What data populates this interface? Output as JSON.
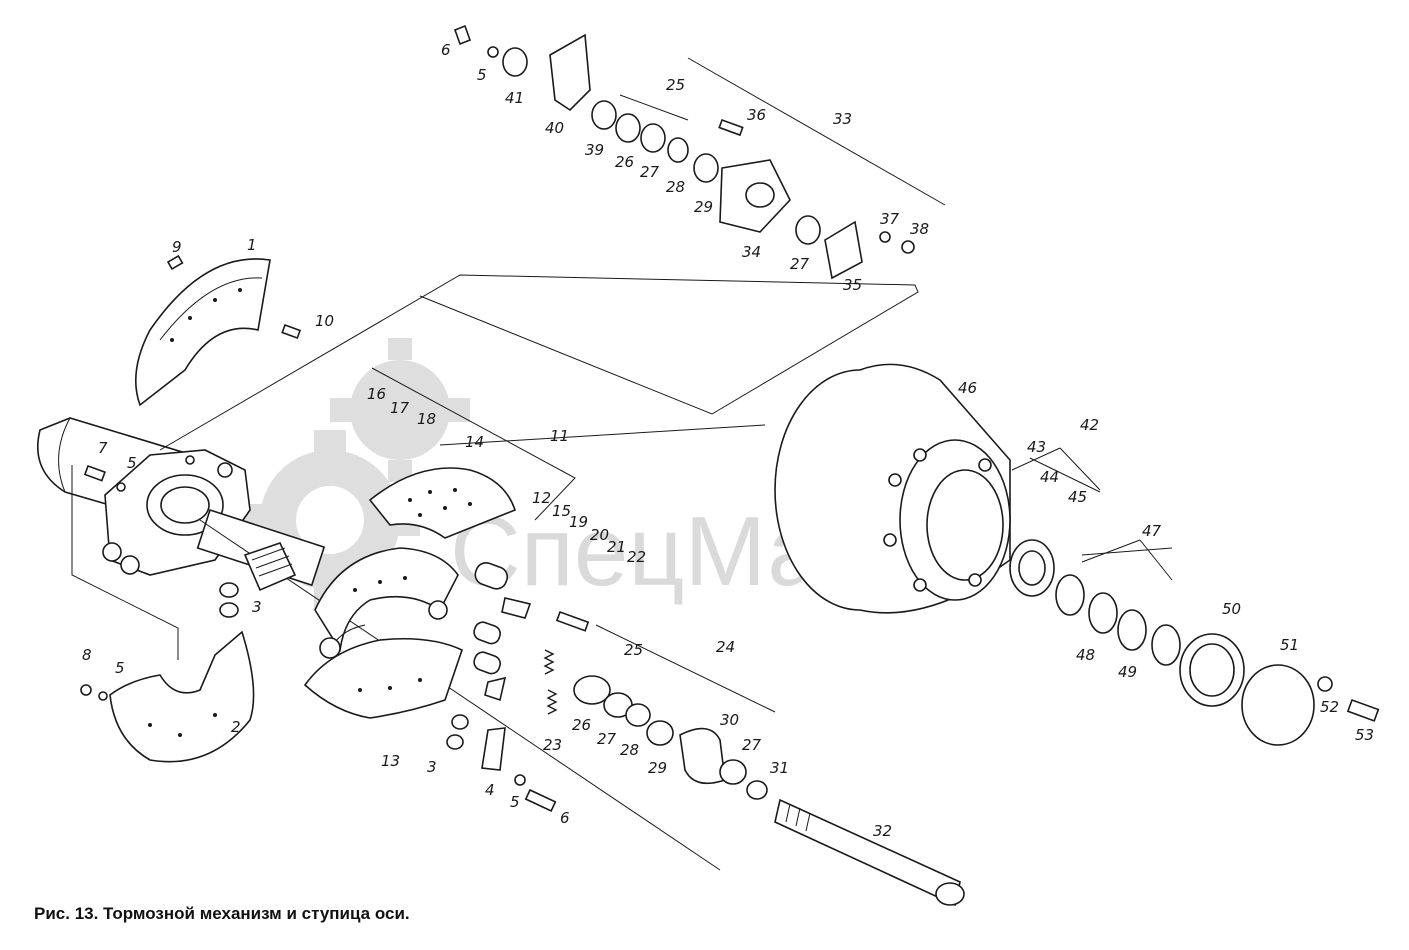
{
  "caption": "Рис. 13. Тормозной механизм и ступица оси.",
  "watermark": {
    "text": "СпецМаш",
    "color": "#bdbdbd"
  },
  "part_labels": {
    "l1": "1",
    "l2": "2",
    "l3a": "3",
    "l3b": "3",
    "l4": "4",
    "l5a": "5",
    "l5b": "5",
    "l5c": "5",
    "l5d": "5",
    "l6a": "6",
    "l6b": "6",
    "l7": "7",
    "l8": "8",
    "l9": "9",
    "l10": "10",
    "l11": "11",
    "l12": "12",
    "l13": "13",
    "l14": "14",
    "l15": "15",
    "l16": "16",
    "l17": "17",
    "l18": "18",
    "l19": "19",
    "l20": "20",
    "l21": "21",
    "l22": "22",
    "l23": "23",
    "l24": "24",
    "l25a": "25",
    "l25b": "25",
    "l26a": "26",
    "l26b": "26",
    "l27a": "27",
    "l27b": "27",
    "l27c": "27",
    "l27d": "27",
    "l28a": "28",
    "l28b": "28",
    "l29a": "29",
    "l29b": "29",
    "l30": "30",
    "l31": "31",
    "l32": "32",
    "l33": "33",
    "l34": "34",
    "l35": "35",
    "l36": "36",
    "l37": "37",
    "l38": "38",
    "l39": "39",
    "l40": "40",
    "l41": "41",
    "l42": "42",
    "l43": "43",
    "l44": "44",
    "l45": "45",
    "l46": "46",
    "l47": "47",
    "l48": "48",
    "l49": "49",
    "l50": "50",
    "l51": "51",
    "l52": "52",
    "l53": "53"
  }
}
